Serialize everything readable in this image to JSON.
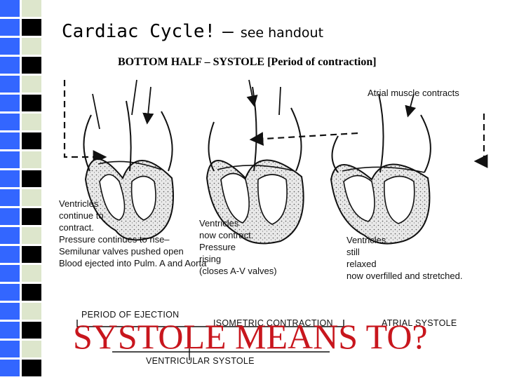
{
  "slide": {
    "title": "Cardiac Cycle!",
    "title_dash": "–",
    "title_note": "see handout",
    "subtitle": "BOTTOM HALF – SYSTOLE [Period of contraction]",
    "question": "SYSTOLE MEANS TO?"
  },
  "side_strip_colors": [
    "#3366ff",
    "#000000",
    "#dde6cc",
    "#3366ff",
    "#dde6cc",
    "#000000"
  ],
  "diagram": {
    "atrial_label": "Atrial muscle contracts",
    "left_lines": [
      "Ventricles",
      "continue to",
      "contract.",
      "Pressure continues to rise–",
      "Semilunar valves pushed open",
      "Blood ejected into Pulm. A and Aorta"
    ],
    "middle_lines": [
      "Ventricles",
      "now contract.",
      "Pressure",
      "rising",
      "(closes A-V valves)"
    ],
    "right_lines": [
      "Ventricles",
      "still",
      "relaxed",
      "now overfilled and stretched."
    ],
    "phases": {
      "ejection": "PERIOD OF EJECTION",
      "isometric": "ISOMETRIC CONTRACTION",
      "atrial": "ATRIAL SYSTOLE",
      "ventricular": "VENTRICULAR SYSTOLE"
    }
  }
}
